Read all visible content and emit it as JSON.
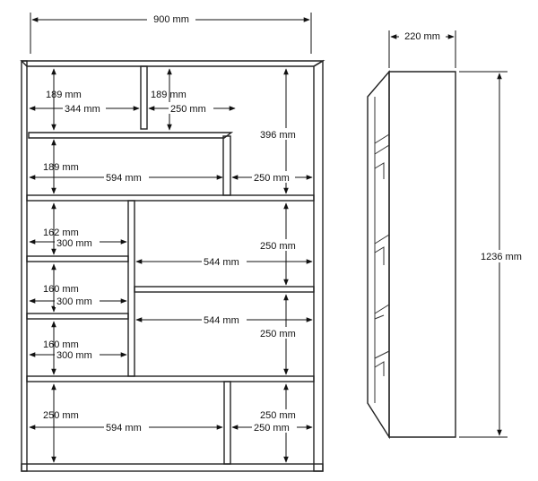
{
  "front_view": {
    "overall_width": "900 mm",
    "dims": {
      "top_left_height": "189 mm",
      "top_left_width": "344 mm",
      "top_mid_height": "189 mm",
      "top_mid_width": "250 mm",
      "top_right_height": "396 mm",
      "row2_height": "189 mm",
      "row2_width": "594 mm",
      "row2_right_width": "250 mm",
      "left_upper_height": "162 mm",
      "left_upper_width": "300 mm",
      "right_upper_height": "250 mm",
      "right_upper_width": "544 mm",
      "left_mid_height": "160 mm",
      "left_mid_width": "300 mm",
      "right_lower_width": "544 mm",
      "left_lower_height": "160 mm",
      "left_lower_width": "300 mm",
      "right_lower_height": "250 mm",
      "bottom_left_height": "250 mm",
      "bottom_mid_width": "594 mm",
      "bottom_right_height": "250 mm",
      "bottom_right_width": "250 mm"
    }
  },
  "side_view": {
    "depth": "220 mm",
    "height": "1236 mm"
  }
}
